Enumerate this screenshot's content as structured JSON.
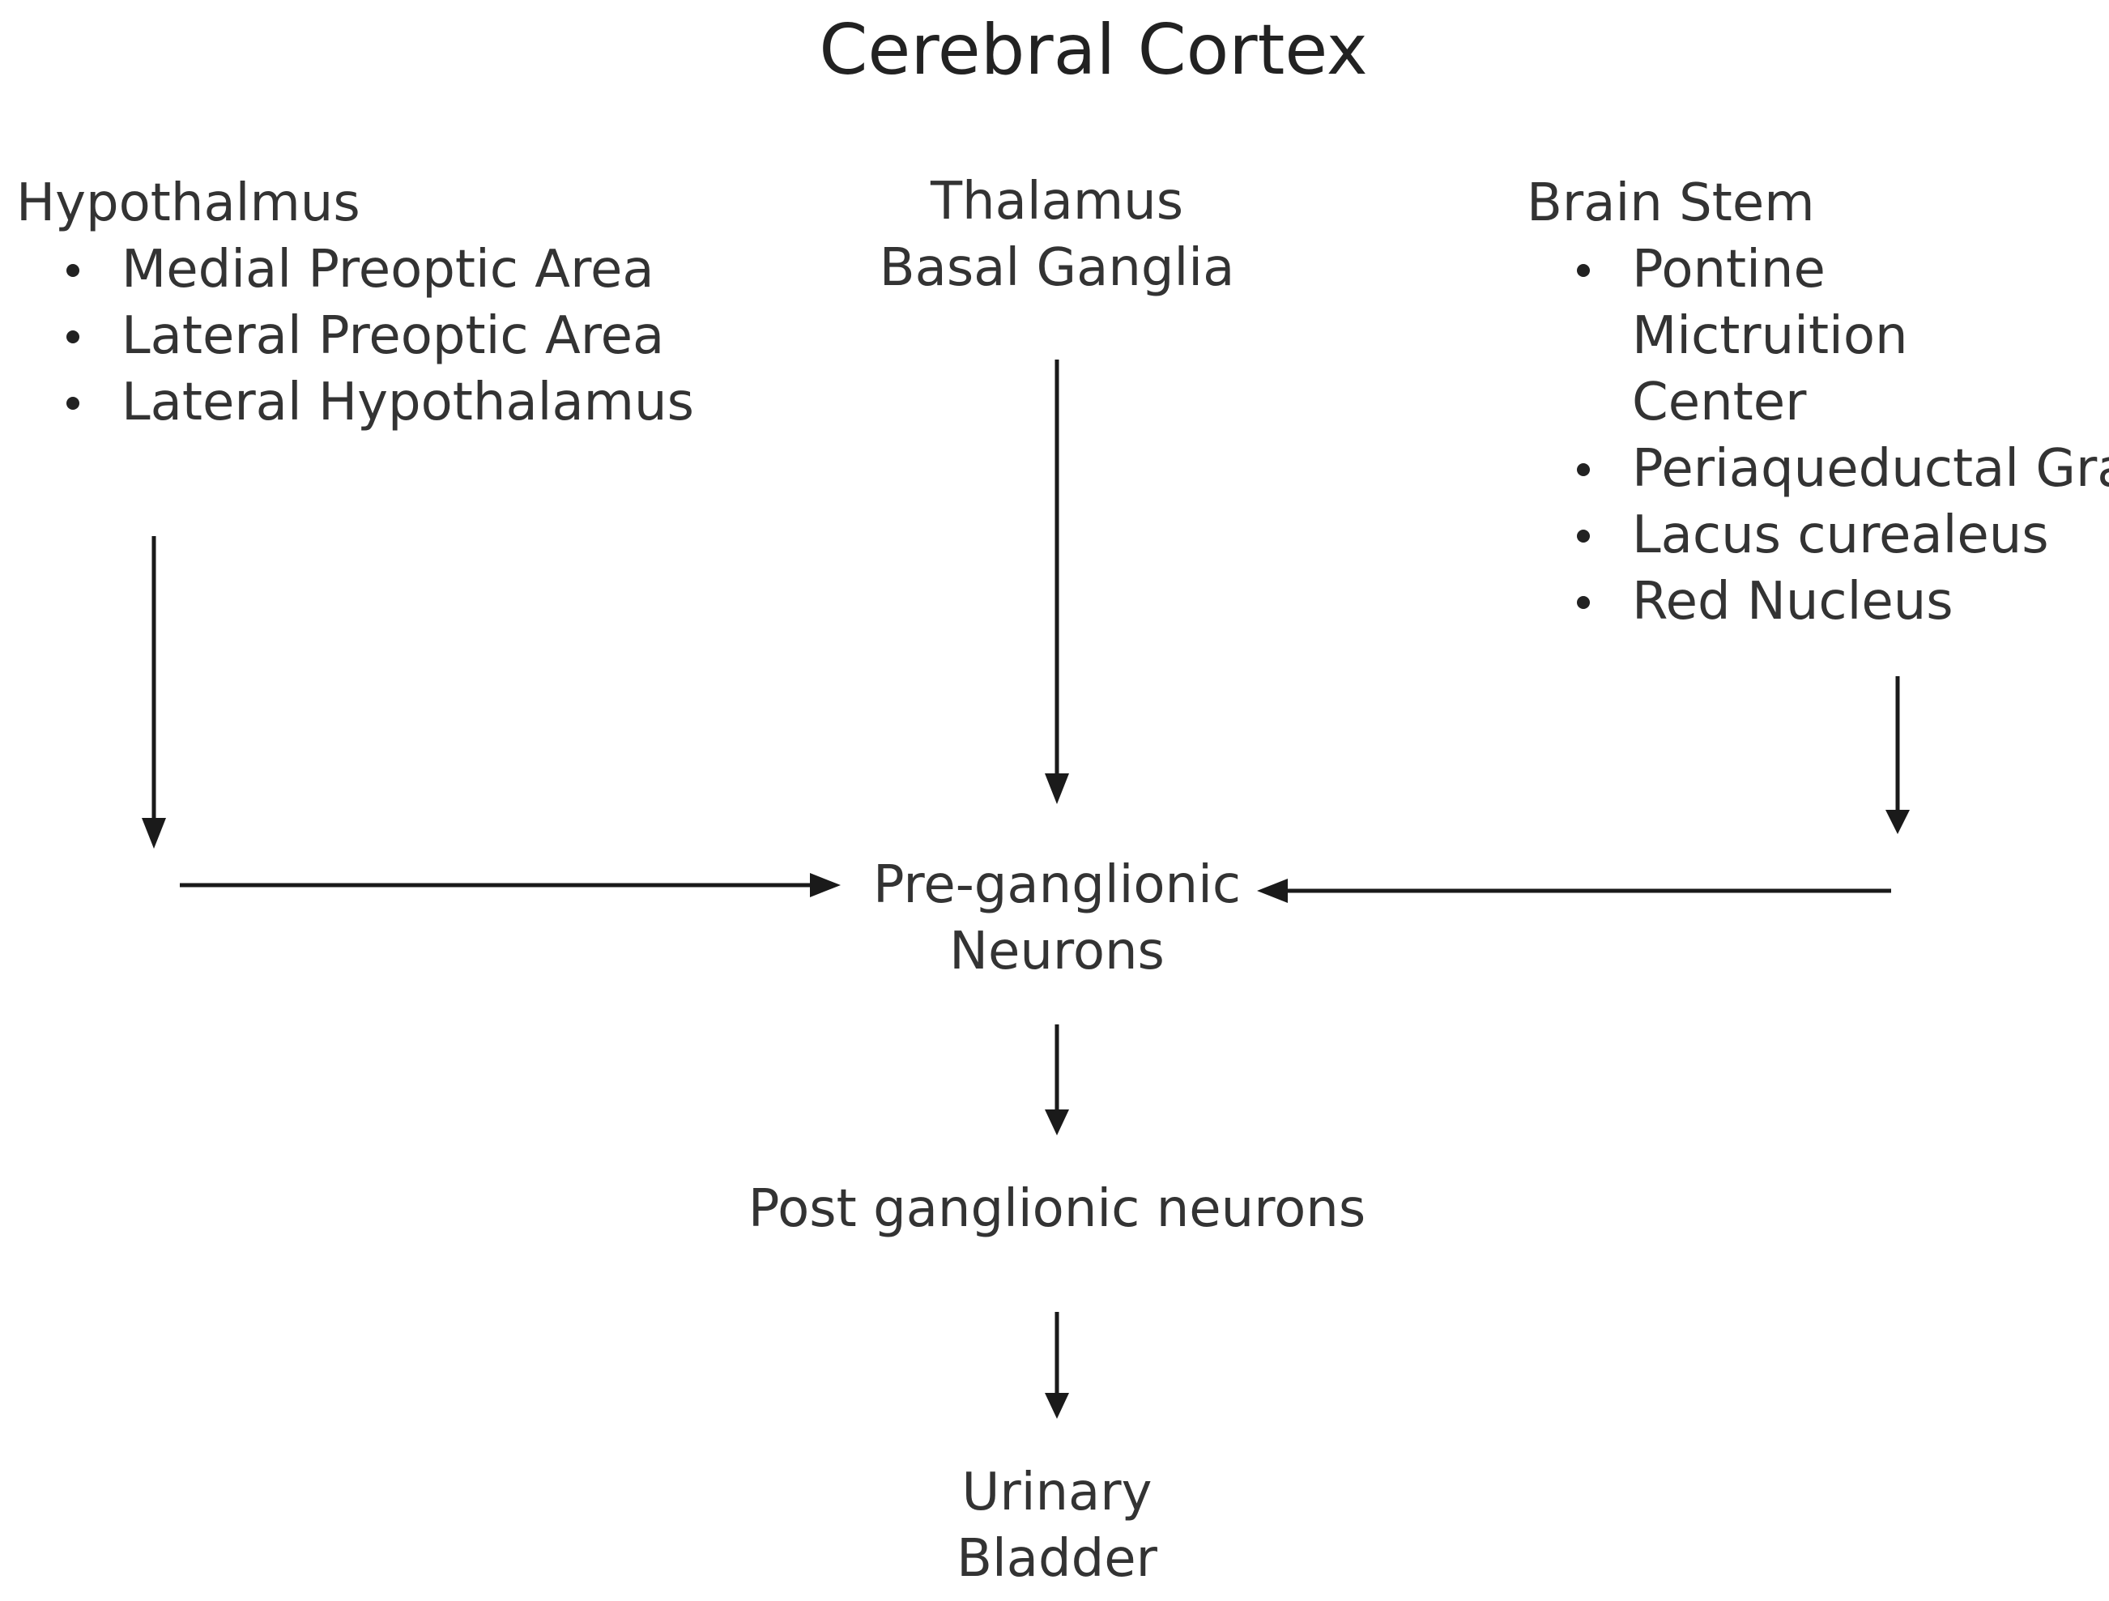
{
  "title": "Cerebral Cortex",
  "hypothalamus": {
    "heading": "Hypothalmus",
    "items": [
      "Medial Preoptic Area",
      "Lateral Preoptic Area",
      "Lateral Hypothalamus"
    ]
  },
  "thalamus": {
    "line1": "Thalamus",
    "line2": "Basal Ganglia"
  },
  "brain_stem": {
    "heading": "Brain Stem",
    "items": [
      "Pontine Mictruition Center",
      "Periaqueductal Gray",
      "Lacus curealeus",
      "Red Nucleus"
    ]
  },
  "preganglionic": {
    "line1": "Pre-ganglionic",
    "line2": "Neurons"
  },
  "postganglionic": "Post ganglionic neurons",
  "bladder": {
    "line1": "Urinary",
    "line2": "Bladder"
  },
  "colors": {
    "text": "#333333",
    "arrow": "#1a1a1a",
    "background": "#ffffff"
  }
}
